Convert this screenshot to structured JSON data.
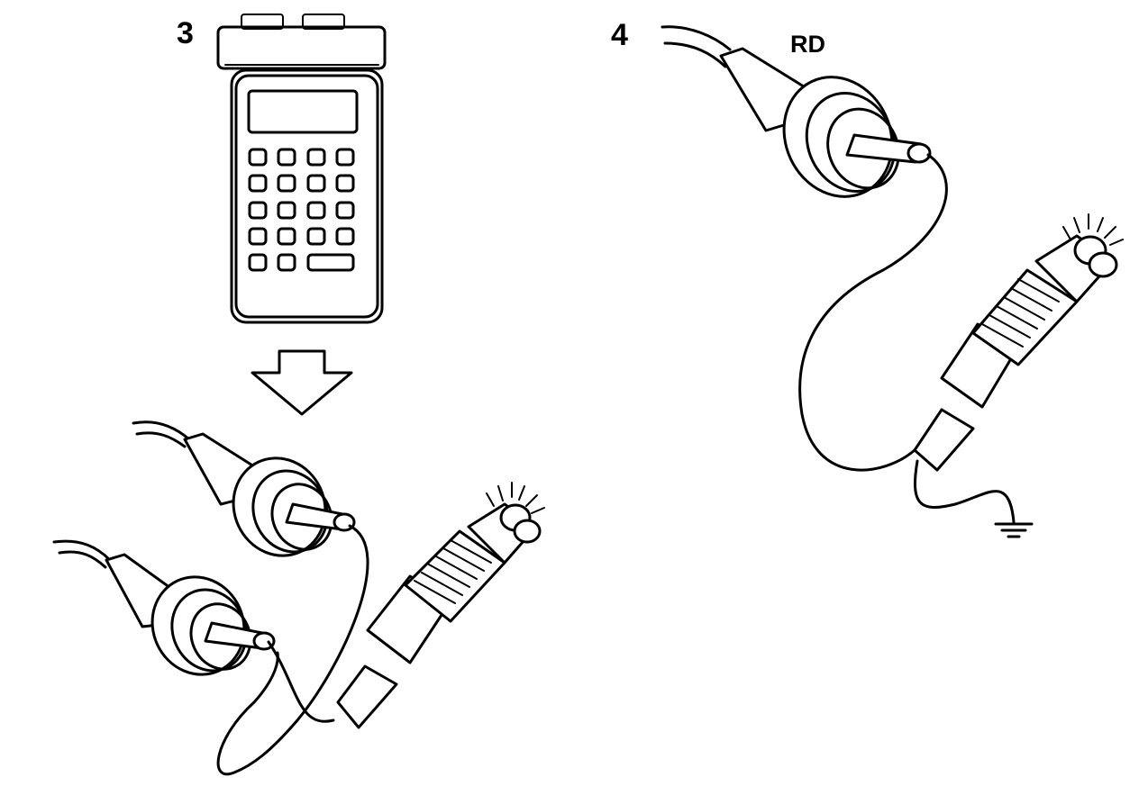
{
  "labels": {
    "step_3": "3",
    "step_4": "4",
    "wire_label": "RD"
  },
  "colors": {
    "ink": "#000000",
    "background": "#ffffff"
  },
  "icons": {
    "scan_tool": "handheld-scan-tool-icon",
    "arrow": "down-arrow-icon",
    "test_light": "test-light-icon",
    "ground": "ground-symbol-icon"
  }
}
